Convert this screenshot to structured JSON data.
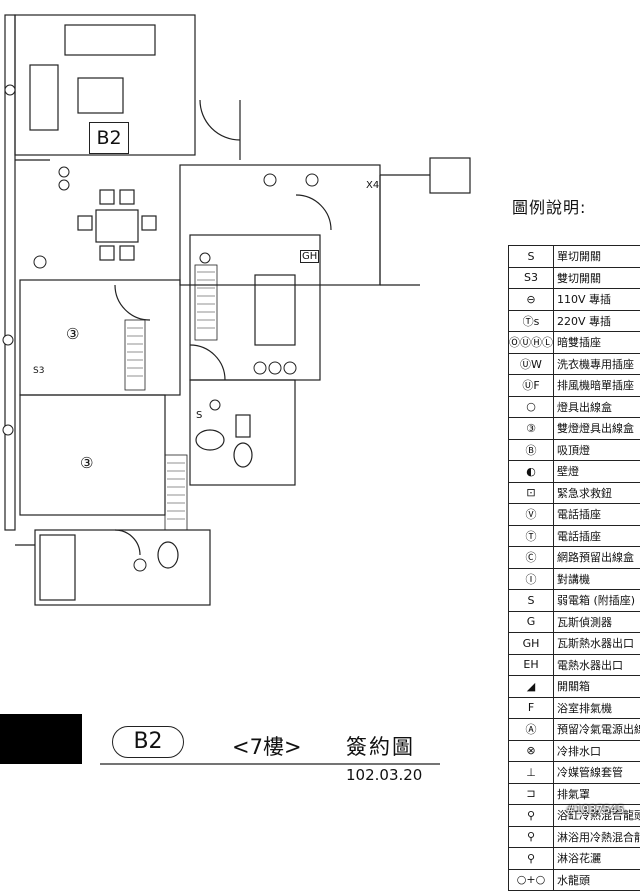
{
  "plan": {
    "unit_label": "B2",
    "floor_label": "<7樓>",
    "title": "簽約圖",
    "date": "102.03.20",
    "room_marks": [
      "③",
      "③"
    ],
    "annotations": [
      "X4",
      "GH",
      "S",
      "S3"
    ]
  },
  "legend": {
    "title": "圖例說明:",
    "items": [
      {
        "symbol": "S",
        "desc": "單切開關"
      },
      {
        "symbol": "S3",
        "desc": "雙切開關"
      },
      {
        "symbol": "⊖",
        "desc": "110V 專插"
      },
      {
        "symbol": "Ⓣs",
        "desc": "220V 專插"
      },
      {
        "symbol": "ⓄⓊⒽⓁ",
        "desc": "暗雙插座"
      },
      {
        "symbol": "ⓊW",
        "desc": "洗衣機專用插座"
      },
      {
        "symbol": "ⓊF",
        "desc": "排風機暗單插座"
      },
      {
        "symbol": "○",
        "desc": "燈具出線盒"
      },
      {
        "symbol": "③",
        "desc": "雙燈燈具出線盒"
      },
      {
        "symbol": "Ⓑ",
        "desc": "吸頂燈"
      },
      {
        "symbol": "◐",
        "desc": "壁燈"
      },
      {
        "symbol": "⊡",
        "desc": "緊急求救鈕"
      },
      {
        "symbol": "Ⓥ",
        "desc": "電話插座"
      },
      {
        "symbol": "Ⓣ",
        "desc": "電話插座"
      },
      {
        "symbol": "Ⓒ",
        "desc": "網路預留出線盒"
      },
      {
        "symbol": "Ⓘ",
        "desc": "對講機"
      },
      {
        "symbol": "S",
        "desc": "弱電箱 (附插座)"
      },
      {
        "symbol": "G",
        "desc": "瓦斯偵測器"
      },
      {
        "symbol": "GH",
        "desc": "瓦斯熱水器出口"
      },
      {
        "symbol": "EH",
        "desc": "電熱水器出口"
      },
      {
        "symbol": "◢",
        "desc": "開關箱"
      },
      {
        "symbol": "F",
        "desc": "浴室排氣機"
      },
      {
        "symbol": "Ⓐ",
        "desc": "預留冷氣電源出線"
      },
      {
        "symbol": "⊗",
        "desc": "冷排水口"
      },
      {
        "symbol": "⊥",
        "desc": "冷媒管線套管"
      },
      {
        "symbol": "⊐",
        "desc": "排氣罩"
      },
      {
        "symbol": "⚲",
        "desc": "浴缸冷熱混合龍頭"
      },
      {
        "symbol": "⚲",
        "desc": "淋浴用冷熱混合龍頭"
      },
      {
        "symbol": "⚲",
        "desc": "淋浴花灑"
      },
      {
        "symbol": "○+○",
        "desc": "水龍頭"
      }
    ]
  },
  "watermark": "#1937545"
}
